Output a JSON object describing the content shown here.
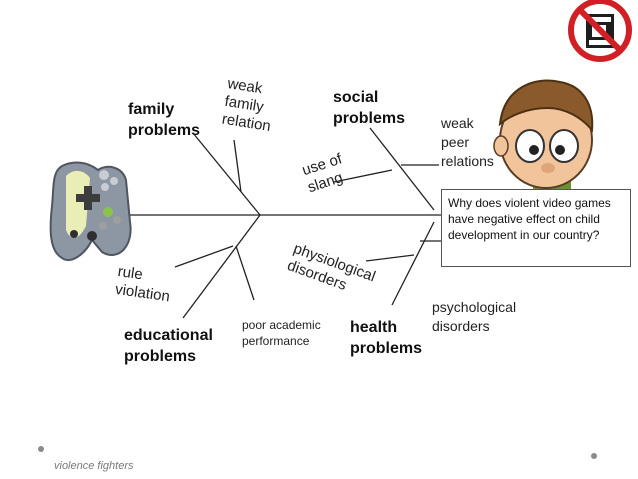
{
  "diagram": {
    "question": "Why does violent video games have negative effect on child development in our country?",
    "categories": {
      "family": "family\nproblems",
      "social": "social\nproblems",
      "educational": "educational\nproblems",
      "health": "health\nproblems"
    },
    "causes": {
      "weak_family_relation": "weak\nfamily\nrelation",
      "weak_peer_relations": "weak\npeer\nrelations",
      "use_of_slang": "use of\nslang",
      "rule_violation": "rule\nviolation",
      "poor_academic_performance": "poor academic\nperformance",
      "physiological_disorders": "physiological\ndisorders",
      "psychological_disorders": "psychological\ndisorders"
    },
    "icons": [
      "game-controller-icon",
      "cartoon-boy-icon",
      "no-violence-play-sign-icon"
    ],
    "colors": {
      "line": "#222222",
      "dot": "#8a8a8a",
      "sign_red": "#d11f26"
    }
  },
  "footer": {
    "text": "violence fighters"
  }
}
